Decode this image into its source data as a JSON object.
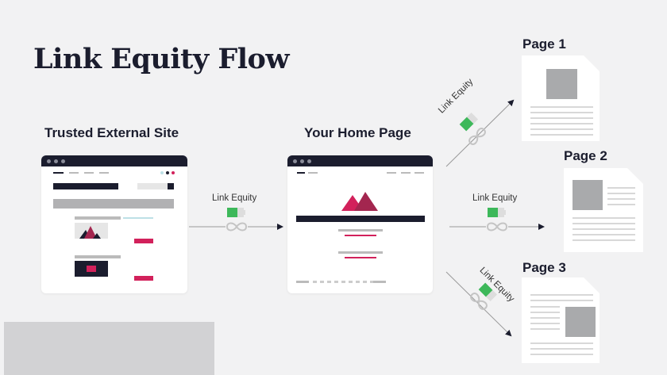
{
  "title": "Link Equity Flow",
  "external_site": {
    "label": "Trusted External Site"
  },
  "home_page": {
    "label": "Your Home Page"
  },
  "pages": [
    {
      "label": "Page 1"
    },
    {
      "label": "Page 2"
    },
    {
      "label": "Page 3"
    }
  ],
  "links": {
    "left": "Link Equity",
    "top": "Link Equity",
    "middle": "Link Equity",
    "bottom": "Link Equity"
  },
  "colors": {
    "accent": "#d2215b",
    "dark": "#1b1d2e",
    "battery": "#3db85a"
  },
  "battery_charge_percent": 60
}
